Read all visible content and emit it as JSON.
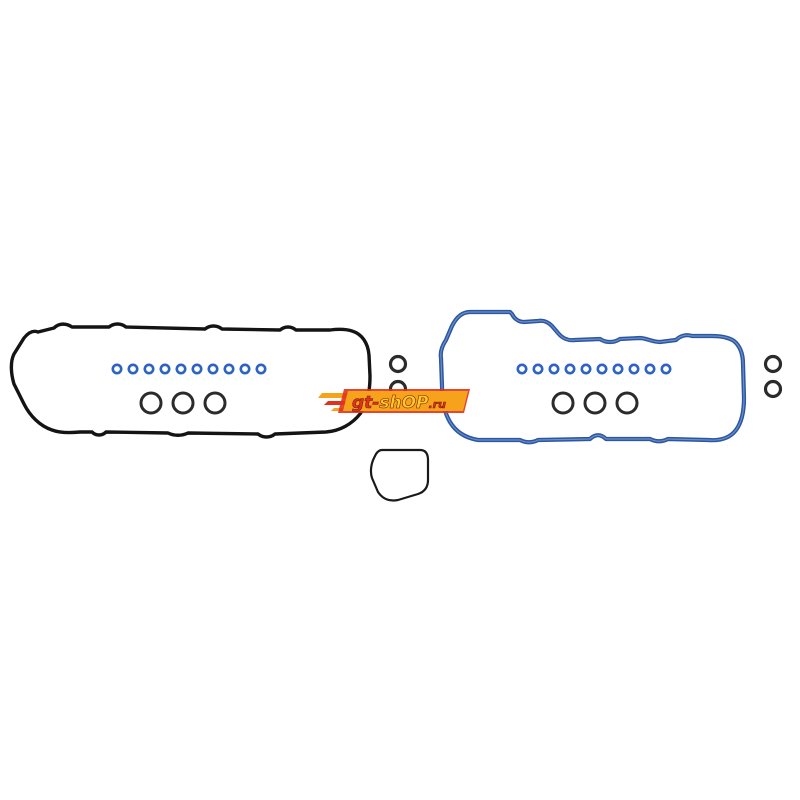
{
  "image": {
    "background_color": "#ffffff",
    "description_kind": "product photo of valve cover gasket set"
  },
  "colors": {
    "left_gasket": "#141414",
    "right_gasket": "#2a56a3",
    "right_gasket_inner": "#6f8fc4",
    "blue_o_ring": "#2e63c4",
    "dark_seal": "#2b2b2b",
    "watermark_orange": "#f7a21b",
    "watermark_red": "#e0331c",
    "watermark_text": "#ffcc2a"
  },
  "watermark": {
    "prefix": "gt-",
    "brand": "shOP",
    "suffix": ".ru"
  },
  "parts": {
    "left_blue_o_rings_count": 10,
    "left_large_seals_count": 3,
    "right_blue_o_rings_count": 10,
    "right_large_seals_count": 3,
    "center_small_seals_count": 2,
    "right_small_seals_count": 2,
    "small_gasket_count": 1
  }
}
